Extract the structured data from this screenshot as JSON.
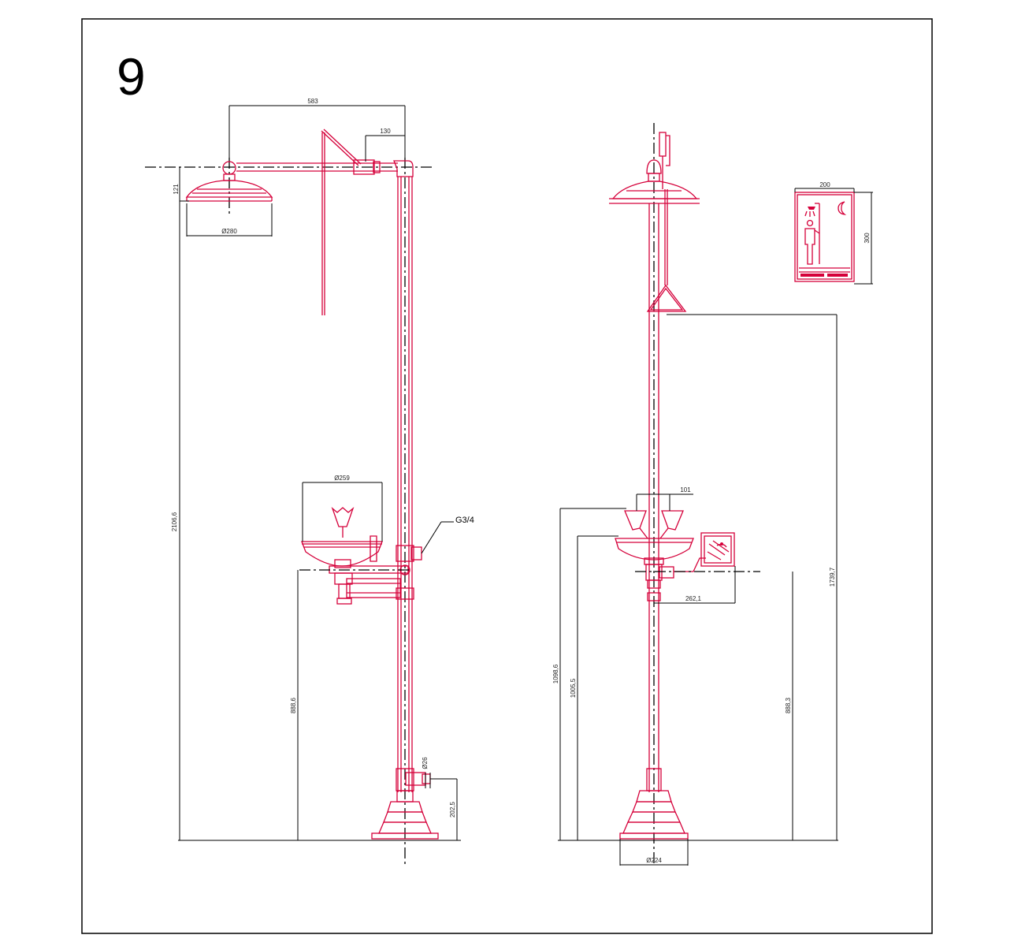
{
  "sheet": {
    "number": "9"
  },
  "colors": {
    "equipment": "#d5003a",
    "dimension": "#000000",
    "background": "#ffffff"
  },
  "front_view": {
    "dims": {
      "arm_length": "583",
      "valve_offset": "130",
      "head_height": "121",
      "head_diameter": "Ø280",
      "overall_height": "2106,6",
      "bowl_diameter": "Ø259",
      "inlet_thread": "G3/4",
      "bowl_height": "888,6",
      "drain_diameter": "Ø26",
      "drain_height": "202,5"
    }
  },
  "side_view": {
    "dims": {
      "nozzle_spacing": "101",
      "nozzle_height": "1098,6",
      "bowl_rim_height": "1005,5",
      "pedal_offset": "262,1",
      "pedal_height": "888,3",
      "handle_height": "1739,7",
      "base_diameter": "Ø224"
    }
  },
  "sign": {
    "dims": {
      "width": "200",
      "height": "300"
    },
    "icon": "emergency-shower-sign-icon"
  }
}
